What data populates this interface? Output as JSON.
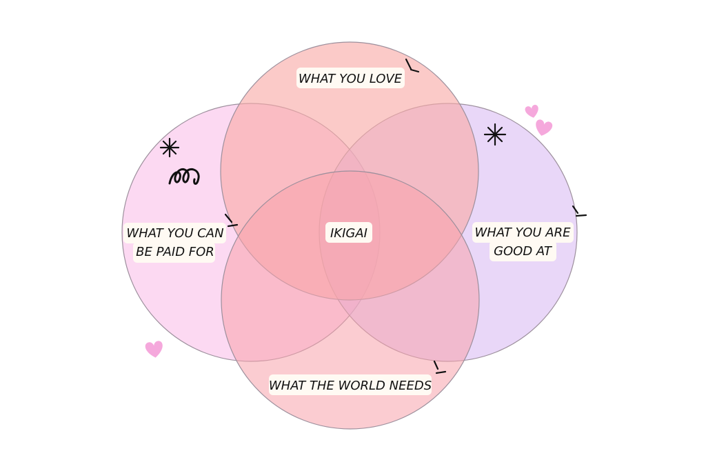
{
  "diagram": {
    "circles": [
      {
        "id": "love",
        "label_lines": [
          "WHAT YOU LOVE"
        ],
        "fill": "#f8a9a6",
        "opacity": 0.62
      },
      {
        "id": "paid",
        "label_lines": [
          "WHAT YOU CAN",
          "BE PAID FOR"
        ],
        "fill": "#f9b6e6",
        "opacity": 0.52
      },
      {
        "id": "good",
        "label_lines": [
          "WHAT YOU ARE",
          "GOOD AT"
        ],
        "fill": "#d8b8f3",
        "opacity": 0.56
      },
      {
        "id": "world",
        "label_lines": [
          "WHAT THE WORLD NEEDS"
        ],
        "fill": "#f7a3ab",
        "opacity": 0.55
      }
    ],
    "center": {
      "label": "IKIGAI"
    },
    "label_box_color": "#fffaf3",
    "stroke_color": "#9c8f9c",
    "decorations": {
      "heart_color": "#f5a8dc",
      "ink_color": "#111111",
      "icons": [
        "heart-icon",
        "asterisk-icon",
        "squiggle-icon",
        "emphasis-lines-icon"
      ]
    }
  }
}
